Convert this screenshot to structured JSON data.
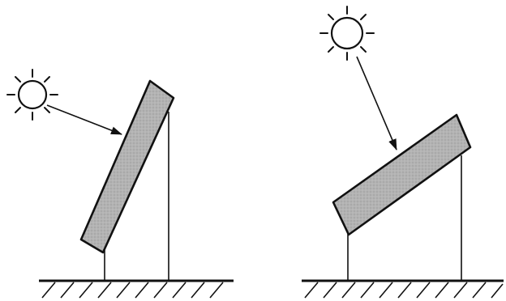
{
  "figures": [
    {
      "id": "steep-tilt",
      "panel": "solar-panel",
      "light": "sun",
      "ray": "sunlight-arrow",
      "supports": [
        "short-post",
        "tall-post"
      ],
      "base": "ground-hatch"
    },
    {
      "id": "shallow-tilt",
      "panel": "solar-panel",
      "light": "sun",
      "ray": "sunlight-arrow",
      "supports": [
        "short-post",
        "tall-post"
      ],
      "base": "ground-hatch"
    }
  ],
  "colors": {
    "ink": "#111111",
    "panel_fill": "#b3b3b3",
    "background": "#ffffff"
  }
}
